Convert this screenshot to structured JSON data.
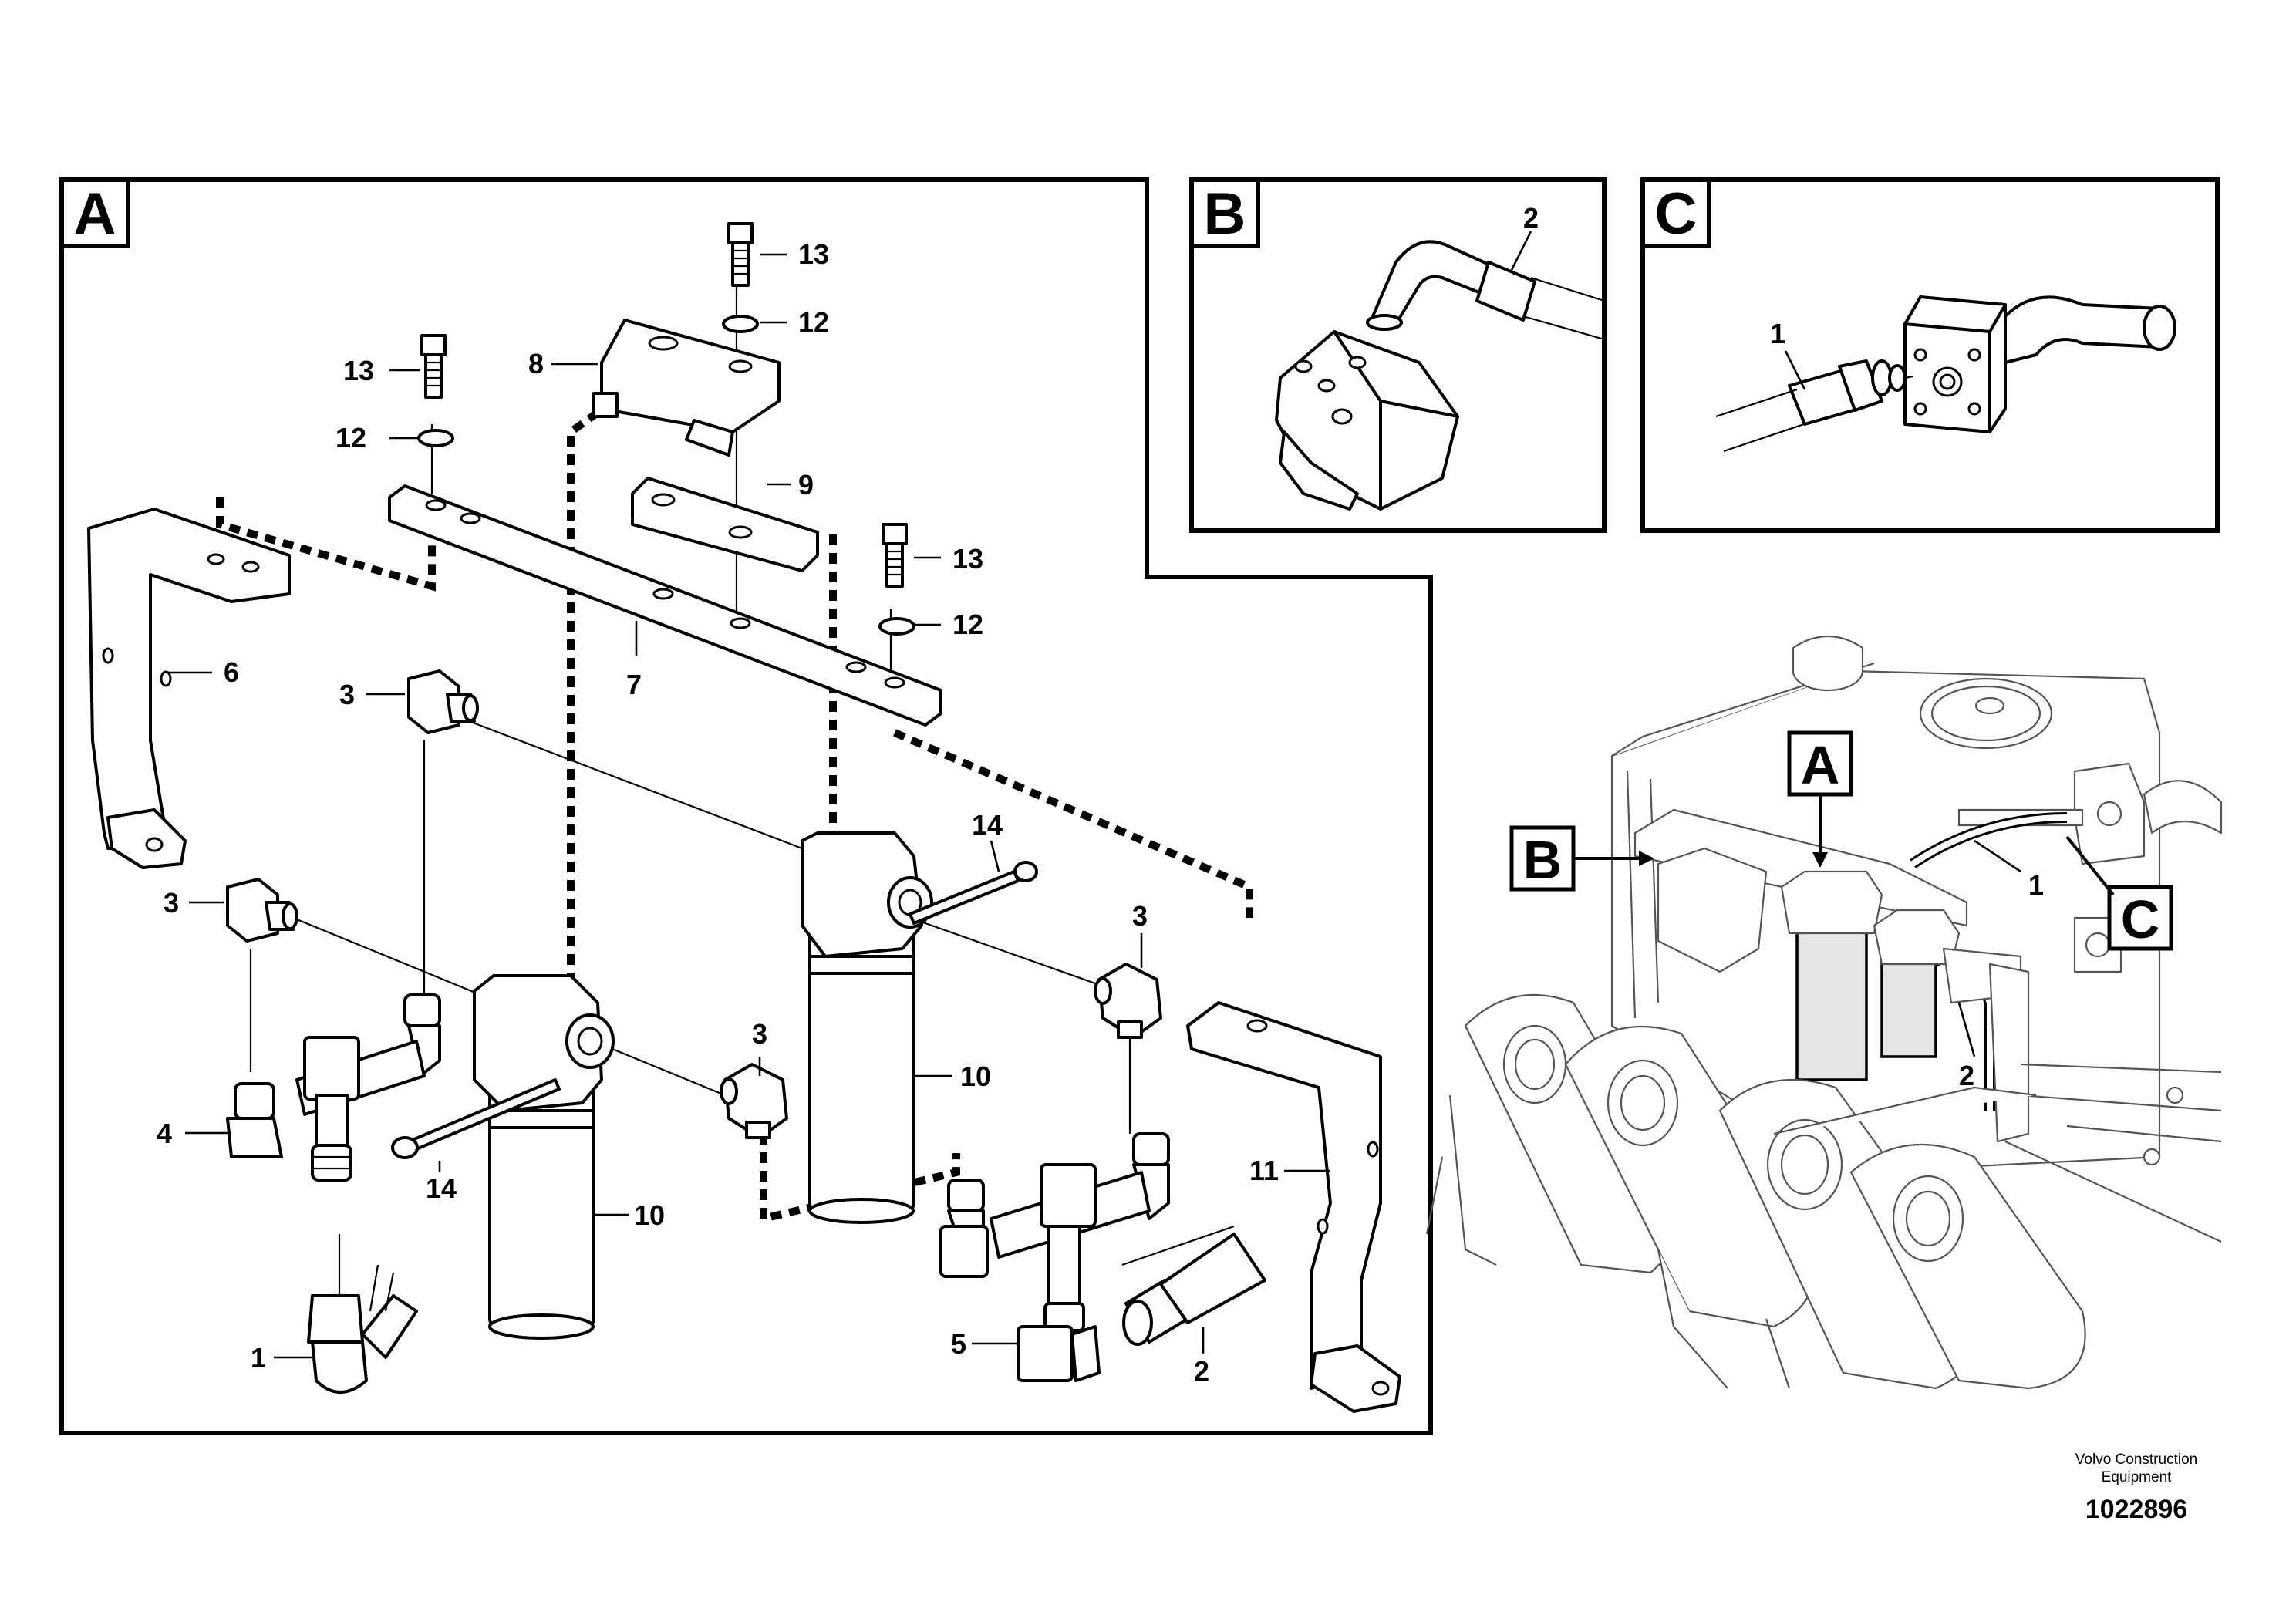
{
  "views": {
    "a": {
      "letter": "A"
    },
    "b": {
      "letter": "B"
    },
    "c": {
      "letter": "C"
    }
  },
  "callouts_a": {
    "n13_top": "13",
    "n12_top": "12",
    "n13_left": "13",
    "n12_left": "12",
    "n8": "8",
    "n9": "9",
    "n13_right": "13",
    "n12_right": "12",
    "n6": "6",
    "n7": "7",
    "n3_upper": "3",
    "n3_left": "3",
    "n14_right": "14",
    "n3_right": "3",
    "n10_right": "10",
    "n3_mid": "3",
    "n4": "4",
    "n14_left": "14",
    "n10_left": "10",
    "n11": "11",
    "n1": "1",
    "n5": "5",
    "n2": "2"
  },
  "callouts_b": {
    "n2": "2"
  },
  "callouts_c": {
    "n1": "1"
  },
  "overview": {
    "label_a": "A",
    "label_b": "B",
    "label_c": "C",
    "n1": "1",
    "n2": "2"
  },
  "footer": {
    "brand_line1": "Volvo Construction",
    "brand_line2": "Equipment",
    "drawing_number": "1022896"
  }
}
